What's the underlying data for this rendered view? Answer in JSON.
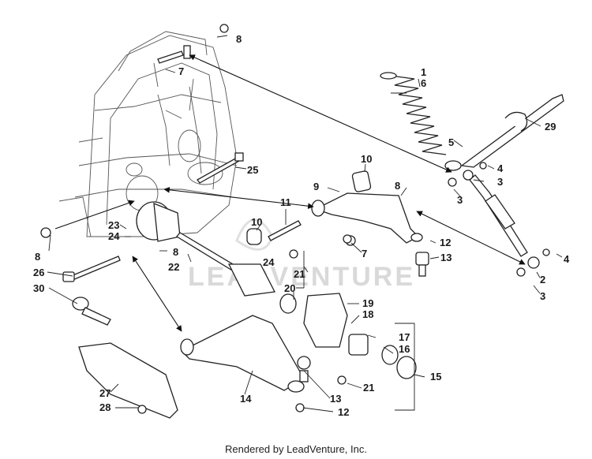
{
  "diagram": {
    "callouts": [
      "1",
      "2",
      "3",
      "3",
      "3",
      "4",
      "4",
      "5",
      "6",
      "7",
      "7",
      "8",
      "8",
      "8",
      "8",
      "9",
      "10",
      "10",
      "11",
      "12",
      "12",
      "13",
      "13",
      "14",
      "15",
      "16",
      "17",
      "18",
      "19",
      "20",
      "21",
      "21",
      "22",
      "23",
      "24",
      "24",
      "25",
      "26",
      "27",
      "28",
      "29",
      "30"
    ]
  },
  "watermark": {
    "brand": "LEADVENTURE"
  },
  "footer": {
    "text": "Rendered by LeadVenture, Inc."
  }
}
